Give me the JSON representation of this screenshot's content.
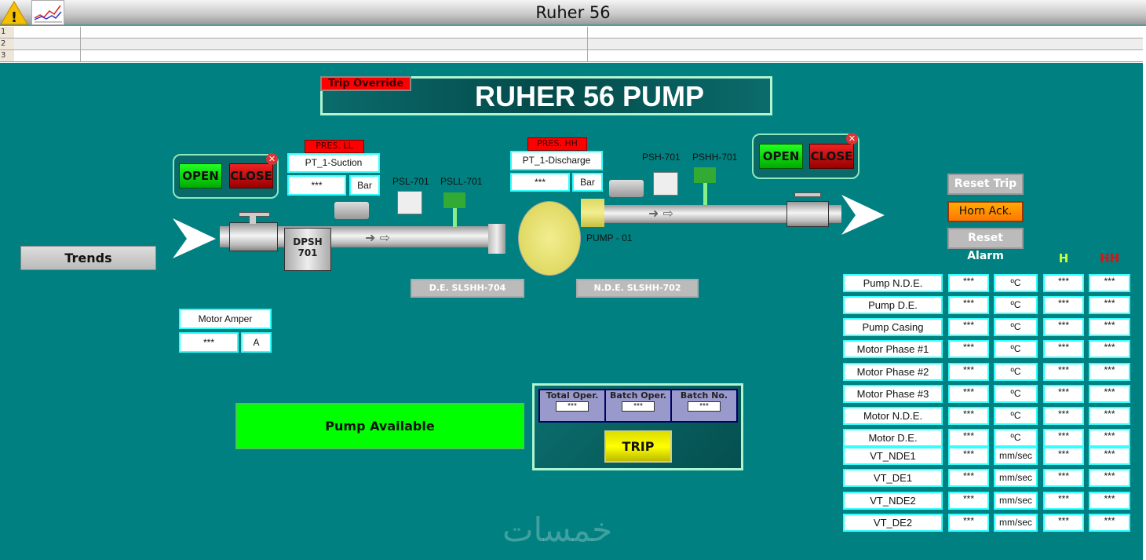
{
  "window": {
    "title": "Ruher 56",
    "icons": [
      "warning-icon",
      "trend-chart-icon"
    ]
  },
  "grid_rows": [
    "1",
    "2",
    "3"
  ],
  "header": {
    "trip_override": "Trip Override",
    "title": "RUHER 56 PUMP"
  },
  "suction_valve": {
    "open": "OPEN",
    "close": "CLOSE"
  },
  "discharge_valve": {
    "open": "OPEN",
    "close": "CLOSE"
  },
  "suction_pt": {
    "alarm": "PRES. LL",
    "name": "PT_1-Suction",
    "value": "***",
    "unit": "Bar"
  },
  "discharge_pt": {
    "alarm": "PRES. HH",
    "name": "PT_1-Discharge",
    "value": "***",
    "unit": "Bar"
  },
  "instruments": {
    "psl": "PSL-701",
    "psll": "PSLL-701",
    "psh": "PSH-701",
    "pshh": "PSHH-701",
    "dpsh_line1": "DPSH",
    "dpsh_line2": "701",
    "pump": "PUMP - 01"
  },
  "de_slshh": "D.E. SLSHH-704",
  "nde_slshh": "N.D.E. SLSHH-702",
  "trends": "Trends",
  "motor_amper": {
    "label": "Motor Amper",
    "value": "***",
    "unit": "A"
  },
  "status": "Pump Available",
  "counters": {
    "total_oper": "Total Oper.",
    "total_val": "***",
    "batch_oper": "Batch Oper.",
    "batch_oper_val": "***",
    "batch_no": "Batch No.",
    "batch_no_val": "***",
    "trip": "TRIP"
  },
  "buttons": {
    "reset_trip": "Reset Trip",
    "horn_ack": "Horn Ack.",
    "reset_alarm": "Reset Alarm"
  },
  "table": {
    "h": "H",
    "hh": "HH",
    "rows": [
      {
        "label": "Pump N.D.E.",
        "value": "***",
        "unit": "ºC",
        "h": "***",
        "hh": "***"
      },
      {
        "label": "Pump D.E.",
        "value": "***",
        "unit": "ºC",
        "h": "***",
        "hh": "***"
      },
      {
        "label": "Pump Casing",
        "value": "***",
        "unit": "ºC",
        "h": "***",
        "hh": "***"
      },
      {
        "label": "Motor Phase #1",
        "value": "***",
        "unit": "ºC",
        "h": "***",
        "hh": "***"
      },
      {
        "label": "Motor Phase #2",
        "value": "***",
        "unit": "ºC",
        "h": "***",
        "hh": "***"
      },
      {
        "label": "Motor Phase #3",
        "value": "***",
        "unit": "ºC",
        "h": "***",
        "hh": "***"
      },
      {
        "label": "Motor N.D.E.",
        "value": "***",
        "unit": "ºC",
        "h": "***",
        "hh": "***"
      },
      {
        "label": "Motor D.E.",
        "value": "***",
        "unit": "ºC",
        "h": "***",
        "hh": "***"
      },
      {
        "label": "VT_NDE1",
        "value": "***",
        "unit": "mm/sec",
        "h": "***",
        "hh": "***"
      },
      {
        "label": "VT_DE1",
        "value": "***",
        "unit": "mm/sec",
        "h": "***",
        "hh": "***"
      },
      {
        "label": "VT_NDE2",
        "value": "***",
        "unit": "mm/sec",
        "h": "***",
        "hh": "***"
      },
      {
        "label": "VT_DE2",
        "value": "***",
        "unit": "mm/sec",
        "h": "***",
        "hh": "***"
      }
    ]
  },
  "watermark": "خمسات",
  "colors": {
    "background": "#008080",
    "status_ok": "#00ff00",
    "alarm": "#ff0000",
    "h": "#ccff33",
    "hh": "#dd1111"
  }
}
